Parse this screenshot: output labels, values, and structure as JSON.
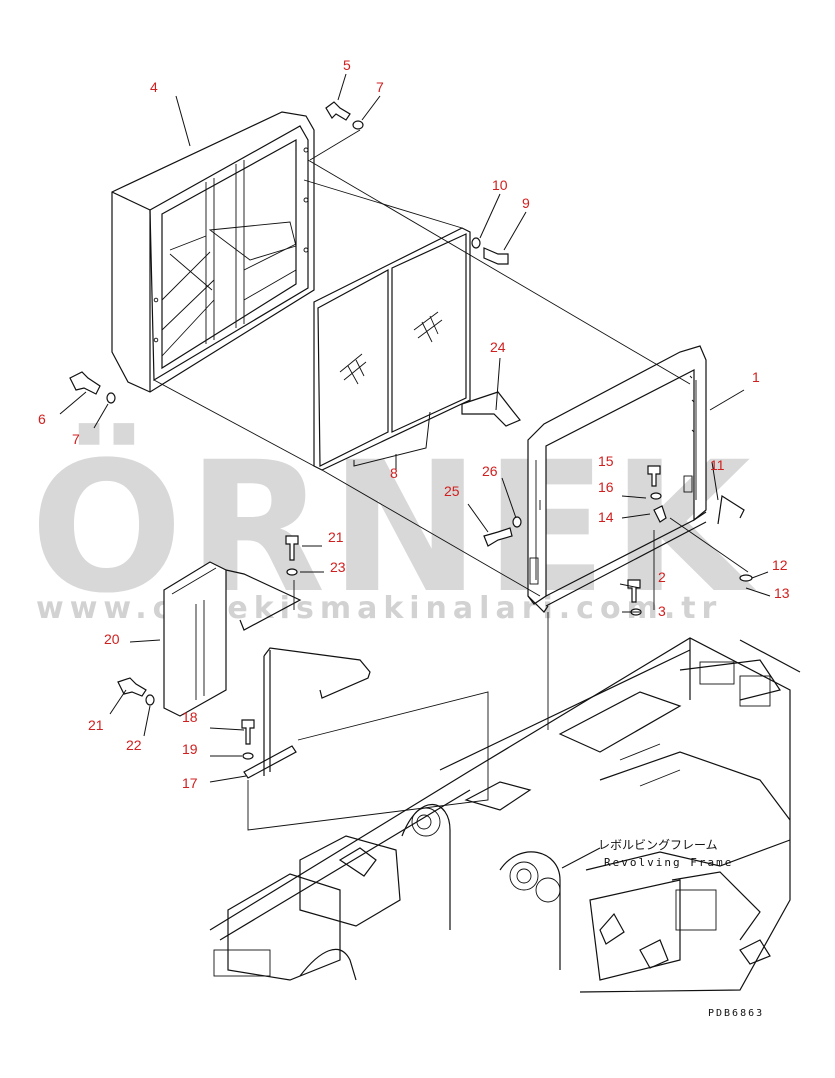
{
  "watermark": {
    "brand": "ÖRNEK",
    "url": "www.ornekismakinalari.com.tr",
    "accent_color": "#f2c230",
    "text_color": "#d8d8d8"
  },
  "frame_label": {
    "japanese": "レボルビングフレーム",
    "english": "Revolving Frame"
  },
  "drawing_code": "PDB6863",
  "part_labels": [
    {
      "id": "1",
      "text": "1"
    },
    {
      "id": "2",
      "text": "2"
    },
    {
      "id": "3",
      "text": "3"
    },
    {
      "id": "4",
      "text": "4"
    },
    {
      "id": "5",
      "text": "5"
    },
    {
      "id": "6",
      "text": "6"
    },
    {
      "id": "7a",
      "text": "7"
    },
    {
      "id": "7b",
      "text": "7"
    },
    {
      "id": "8",
      "text": "8"
    },
    {
      "id": "9",
      "text": "9"
    },
    {
      "id": "10",
      "text": "10"
    },
    {
      "id": "11",
      "text": "11"
    },
    {
      "id": "12",
      "text": "12"
    },
    {
      "id": "13",
      "text": "13"
    },
    {
      "id": "14",
      "text": "14"
    },
    {
      "id": "15",
      "text": "15"
    },
    {
      "id": "16",
      "text": "16"
    },
    {
      "id": "17",
      "text": "17"
    },
    {
      "id": "18",
      "text": "18"
    },
    {
      "id": "19",
      "text": "19"
    },
    {
      "id": "20",
      "text": "20"
    },
    {
      "id": "21a",
      "text": "21"
    },
    {
      "id": "21b",
      "text": "21"
    },
    {
      "id": "22",
      "text": "22"
    },
    {
      "id": "23",
      "text": "23"
    },
    {
      "id": "24",
      "text": "24"
    },
    {
      "id": "25",
      "text": "25"
    },
    {
      "id": "26",
      "text": "26"
    }
  ],
  "colors": {
    "label": "#d01f1f",
    "line": "#111111"
  }
}
